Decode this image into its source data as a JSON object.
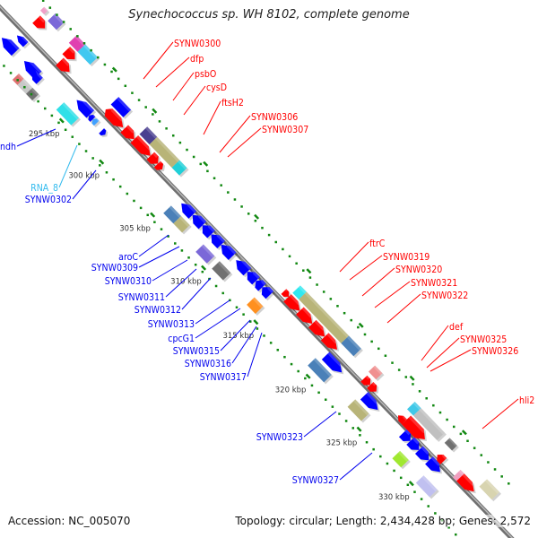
{
  "title": "Synechococcus sp. WH 8102, complete genome",
  "footer": {
    "accession": "Accession: NC_005070",
    "summary": "Topology: circular; Length: 2,434,428 bp; Genes: 2,572"
  },
  "colors": {
    "backbone": "#8a8a8a",
    "forward_label": "#ff0000",
    "reverse_label": "#0000ee",
    "rna_label": "#33bbee",
    "tick": "#118811",
    "cds_forward": "#ff0000",
    "cds_reverse": "#0000ff"
  },
  "axis_ticks": [
    {
      "label": "295 kbp"
    },
    {
      "label": "300 kbp"
    },
    {
      "label": "305 kbp"
    },
    {
      "label": "310 kbp"
    },
    {
      "label": "315 kbp"
    },
    {
      "label": "320 kbp"
    },
    {
      "label": "325 kbp"
    },
    {
      "label": "330 kbp"
    }
  ],
  "forward_labels": [
    {
      "text": "SYNW0300"
    },
    {
      "text": "dfp"
    },
    {
      "text": "psbO"
    },
    {
      "text": "cysD"
    },
    {
      "text": "ftsH2"
    },
    {
      "text": "SYNW0306"
    },
    {
      "text": "SYNW0307"
    },
    {
      "text": "ftrC"
    },
    {
      "text": "SYNW0319"
    },
    {
      "text": "SYNW0320"
    },
    {
      "text": "SYNW0321"
    },
    {
      "text": "SYNW0322"
    },
    {
      "text": "def"
    },
    {
      "text": "SYNW0325"
    },
    {
      "text": "SYNW0326"
    },
    {
      "text": "hli2"
    }
  ],
  "reverse_labels": [
    {
      "text": "ndh"
    },
    {
      "text": "RNA_8",
      "kind": "rna"
    },
    {
      "text": "SYNW0302"
    },
    {
      "text": "aroC"
    },
    {
      "text": "SYNW0309"
    },
    {
      "text": "SYNW0310"
    },
    {
      "text": "SYNW0311"
    },
    {
      "text": "SYNW0312"
    },
    {
      "text": "SYNW0313"
    },
    {
      "text": "cpcG1"
    },
    {
      "text": "SYNW0315"
    },
    {
      "text": "SYNW0316"
    },
    {
      "text": "SYNW0317"
    },
    {
      "text": "SYNW0323"
    },
    {
      "text": "SYNW0327"
    }
  ]
}
